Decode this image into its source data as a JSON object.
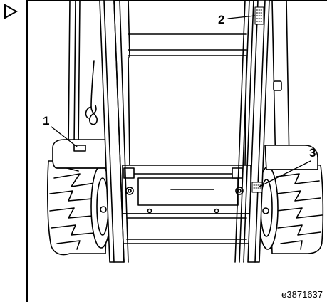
{
  "marker": {
    "icon": "play-triangle-icon"
  },
  "callouts": [
    {
      "id": "1",
      "label": "1"
    },
    {
      "id": "2",
      "label": "2"
    },
    {
      "id": "3",
      "label": "3"
    }
  ],
  "figure": {
    "code": "e3871637"
  }
}
